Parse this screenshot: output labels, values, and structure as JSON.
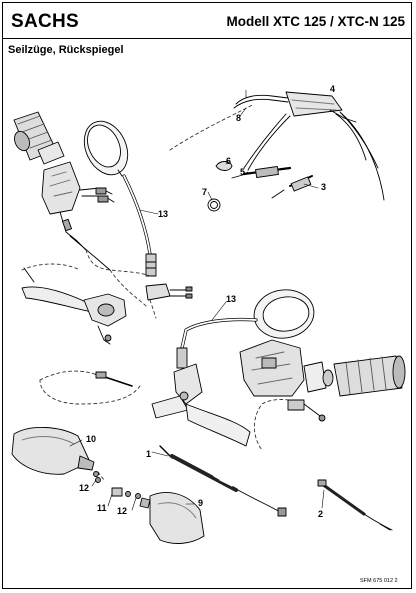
{
  "header": {
    "brand": "SACHS",
    "model": "Modell XTC 125 / XTC-N 125"
  },
  "section_title": "Seilzüge, Rückspiegel",
  "callouts": {
    "c1": "1",
    "c2": "2",
    "c3": "3",
    "c4": "4",
    "c5": "5",
    "c6": "6",
    "c7": "7",
    "c8": "8",
    "c9": "9",
    "c10": "10",
    "c11": "11",
    "c12a": "12",
    "c12b": "12",
    "c13a": "13",
    "c13b": "13"
  },
  "doc_ref": "SFM 675 012 2",
  "parts": {
    "icons": [
      "throttle-grip-icon",
      "mirror-icon",
      "brake-lever-icon",
      "clutch-lever-icon",
      "cable-icon",
      "hand-guard-icon",
      "switch-housing-icon",
      "throttle-splitter-icon"
    ]
  }
}
